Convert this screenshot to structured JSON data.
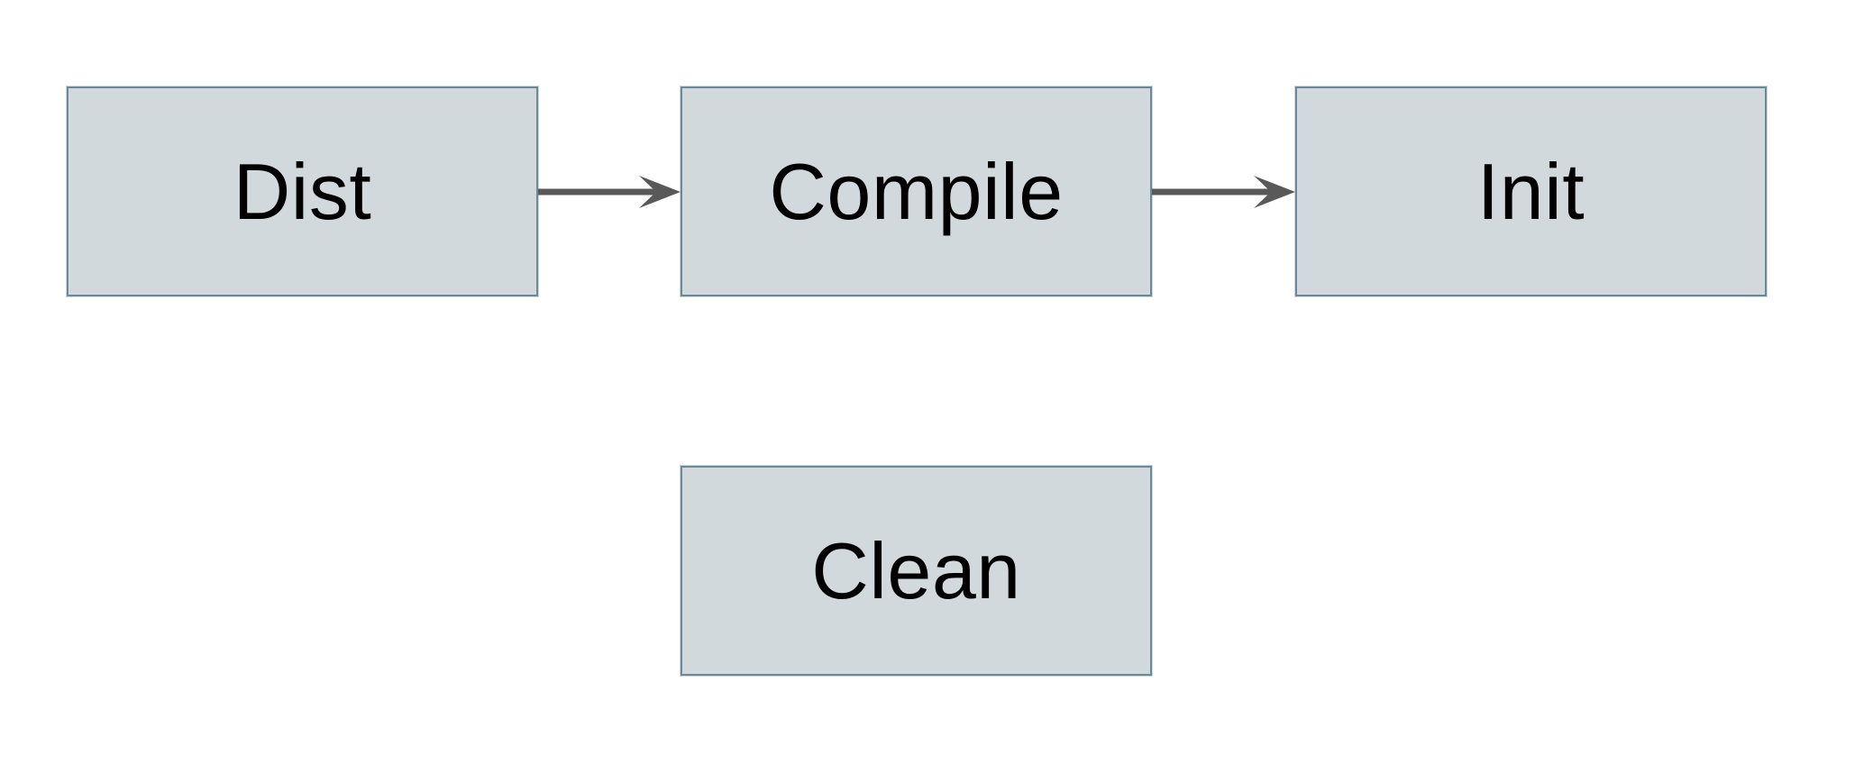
{
  "diagram": {
    "type": "flowchart",
    "nodes": [
      {
        "id": "dist",
        "label": "Dist"
      },
      {
        "id": "compile",
        "label": "Compile"
      },
      {
        "id": "init",
        "label": "Init"
      },
      {
        "id": "clean",
        "label": "Clean"
      }
    ],
    "edges": [
      {
        "from": "dist",
        "to": "compile",
        "style": "solid-arrow"
      },
      {
        "from": "compile",
        "to": "init",
        "style": "solid-arrow"
      }
    ],
    "colors": {
      "background": "#ffffff",
      "node_fill": "#d2d9dc",
      "node_border": "#6d8997",
      "arrow": "#595959",
      "text": "#000000"
    }
  }
}
